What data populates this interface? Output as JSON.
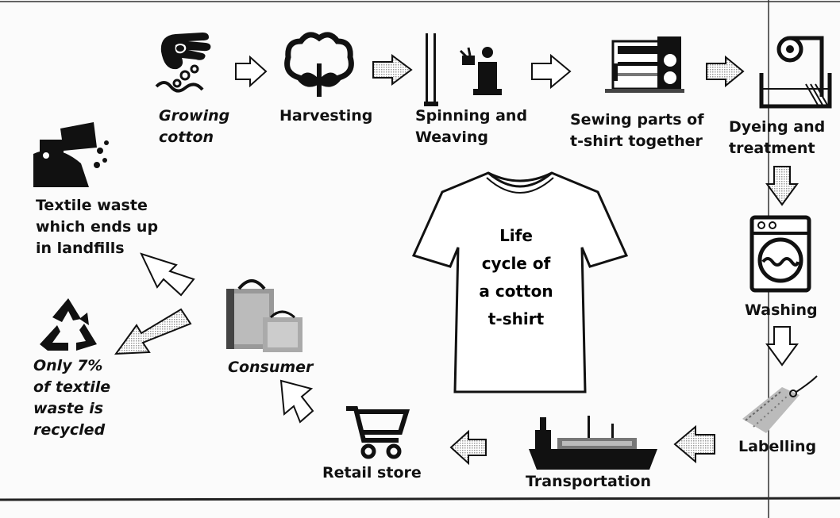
{
  "center": {
    "lines": [
      "Life",
      "cycle of",
      "a cotton",
      "t-shirt"
    ]
  },
  "stages": {
    "growing": {
      "line1": "Growing",
      "line2": "cotton"
    },
    "harvesting": {
      "line1": "Harvesting"
    },
    "spinning": {
      "line1": "Spinning and",
      "line2": "Weaving"
    },
    "sewing": {
      "line1": "Sewing parts of",
      "line2": "t-shirt together"
    },
    "dyeing": {
      "line1": "Dyeing and",
      "line2": "treatment"
    },
    "washing": {
      "line1": "Washing"
    },
    "labelling": {
      "line1": "Labelling"
    },
    "transportation": {
      "line1": "Transportation"
    },
    "retail": {
      "line1": "Retail store"
    },
    "consumer": {
      "line1": "Consumer"
    },
    "landfill": {
      "line1": "Textile waste",
      "line2": "which ends up",
      "line3": "in landfills"
    },
    "recycled": {
      "line1": "Only 7%",
      "line2": "of textile",
      "line3": "waste is",
      "line4": "recycled"
    }
  },
  "icons": {
    "growing": "hand-sowing-seeds-icon",
    "harvesting": "cotton-plant-icon",
    "spinning": "spinning-weaving-icon",
    "sewing": "sewing-machine-icon",
    "dyeing": "dyeing-vat-icon",
    "washing": "washing-machine-icon",
    "labelling": "label-tag-icon",
    "transportation": "cargo-ship-icon",
    "retail": "shopping-cart-icon",
    "consumer": "shopping-bags-icon",
    "landfill": "dump-truck-icon",
    "recycled": "recycle-icon",
    "center": "t-shirt-icon"
  }
}
